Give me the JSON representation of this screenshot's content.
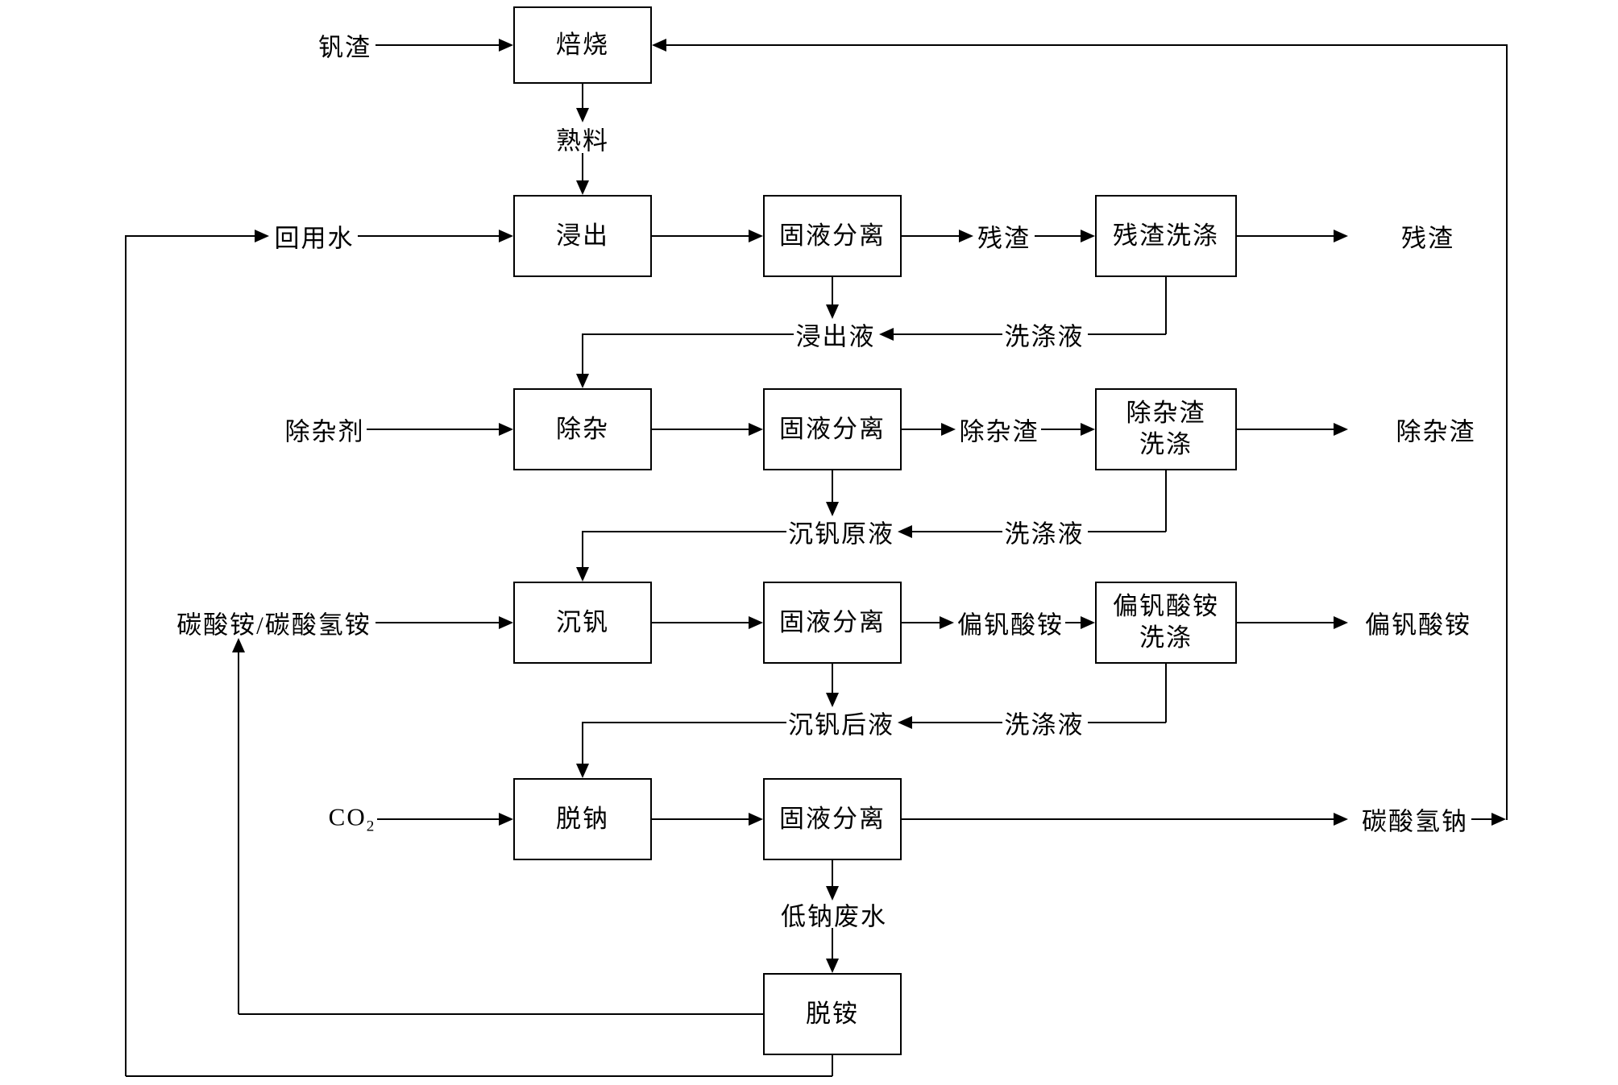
{
  "diagram_type": "process-flow",
  "colors": {
    "line": "#000000",
    "background": "#ffffff"
  },
  "boxes": {
    "roast": "焙烧",
    "leach": "浸出",
    "sls": "固液分离",
    "residue_wash": "残渣洗涤",
    "impurity_removal": "除杂",
    "impurity_residue_wash_l1": "除杂渣",
    "impurity_residue_wash_l2": "洗涤",
    "precipitate_vanadium": "沉钒",
    "metavanadate_wash_l1": "偏钒酸铵",
    "metavanadate_wash_l2": "洗涤",
    "desodium": "脱钠",
    "deammonium": "脱铵"
  },
  "labels": {
    "vanadium_slag": "钒渣",
    "clinker": "熟料",
    "reuse_water": "回用水",
    "residue_mid": "残渣",
    "residue_out": "残渣",
    "leachate": "浸出液",
    "wash_liquid_1": "洗涤液",
    "impurity_agent": "除杂剂",
    "impurity_residue_mid": "除杂渣",
    "impurity_residue_out": "除杂渣",
    "precip_stock_solution": "沉钒原液",
    "wash_liquid_2": "洗涤液",
    "ammonium_carbonate_mix": "碳酸铵/碳酸氢铵",
    "metavanadate_mid": "偏钒酸铵",
    "metavanadate_out": "偏钒酸铵",
    "post_precip_solution": "沉钒后液",
    "wash_liquid_3": "洗涤液",
    "co2_base": "CO",
    "co2_sub": "2",
    "sodium_bicarbonate": "碳酸氢钠",
    "low_sodium_wastewater": "低钠废水"
  }
}
